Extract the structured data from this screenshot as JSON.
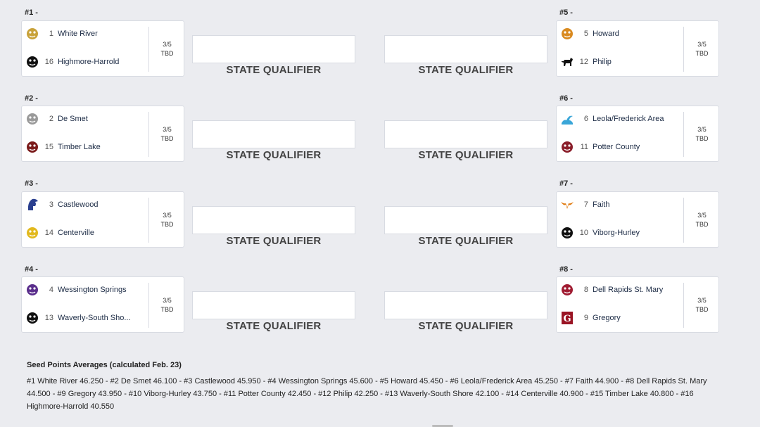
{
  "games": [
    {
      "label": "#1 -",
      "date": "3/5",
      "time": "TBD",
      "teams": [
        {
          "seed": "1",
          "name": "White River",
          "logo": "tiger-logo-icon",
          "color": "#c8a23a"
        },
        {
          "seed": "16",
          "name": "Highmore-Harrold",
          "logo": "pirate-logo-icon",
          "color": "#111111"
        }
      ]
    },
    {
      "label": "#2 -",
      "date": "3/5",
      "time": "TBD",
      "teams": [
        {
          "seed": "2",
          "name": "De Smet",
          "logo": "bulldog-logo-icon",
          "color": "#9a9a9a"
        },
        {
          "seed": "15",
          "name": "Timber Lake",
          "logo": "panther-logo-icon",
          "color": "#7a1a1a"
        }
      ]
    },
    {
      "label": "#3 -",
      "date": "3/5",
      "time": "TBD",
      "teams": [
        {
          "seed": "3",
          "name": "Castlewood",
          "logo": "warrior-helmet-logo-icon",
          "color": "#2a3f8f"
        },
        {
          "seed": "14",
          "name": "Centerville",
          "logo": "hornet-logo-icon",
          "color": "#e2b91e"
        }
      ]
    },
    {
      "label": "#4 -",
      "date": "3/5",
      "time": "TBD",
      "teams": [
        {
          "seed": "4",
          "name": "Wessington Springs",
          "logo": "spartan-logo-icon",
          "color": "#5a2e8c"
        },
        {
          "seed": "13",
          "name": "Waverly-South Sho...",
          "logo": "wolf-logo-icon",
          "color": "#111111"
        }
      ]
    },
    {
      "label": "#5 -",
      "date": "3/5",
      "time": "TBD",
      "teams": [
        {
          "seed": "5",
          "name": "Howard",
          "logo": "tiger-logo-icon",
          "color": "#d98a20"
        },
        {
          "seed": "12",
          "name": "Philip",
          "logo": "scottie-logo-icon",
          "color": "#111111"
        }
      ]
    },
    {
      "label": "#6 -",
      "date": "3/5",
      "time": "TBD",
      "teams": [
        {
          "seed": "6",
          "name": "Leola/Frederick Area",
          "logo": "wave-logo-icon",
          "color": "#3aa6d8"
        },
        {
          "seed": "11",
          "name": "Potter County",
          "logo": "eagle-logo-icon",
          "color": "#8a1e2a"
        }
      ]
    },
    {
      "label": "#7 -",
      "date": "3/5",
      "time": "TBD",
      "teams": [
        {
          "seed": "7",
          "name": "Faith",
          "logo": "longhorn-logo-icon",
          "color": "#e07a10"
        },
        {
          "seed": "10",
          "name": "Viborg-Hurley",
          "logo": "cougar-logo-icon",
          "color": "#111111"
        }
      ]
    },
    {
      "label": "#8 -",
      "date": "3/5",
      "time": "TBD",
      "teams": [
        {
          "seed": "8",
          "name": "Dell Rapids St. Mary",
          "logo": "cardinal-logo-icon",
          "color": "#a01c32"
        },
        {
          "seed": "9",
          "name": "Gregory",
          "logo": "letter-g-logo-icon",
          "color": "#9a1424"
        }
      ]
    }
  ],
  "state_qualifier_label": "STATE QUALIFIER",
  "footer": {
    "title": "Seed Points Averages (calculated Feb. 23)",
    "text": "#1 White River 46.250 - #2 De Smet 46.100 - #3 Castlewood 45.950 - #4 Wessington Springs 45.600 - #5 Howard 45.450 - #6 Leola/Frederick Area 45.250 - #7 Faith 44.900 - #8 Dell Rapids St. Mary 44.500 - #9 Gregory 43.950 - #10 Viborg-Hurley 43.750 - #11 Potter County 42.450 - #12 Philip 42.250 - #13 Waverly-South Shore 42.100 - #14 Centerville 40.900 - #15 Timber Lake 40.800 - #16 Highmore-Harrold 40.550"
  }
}
